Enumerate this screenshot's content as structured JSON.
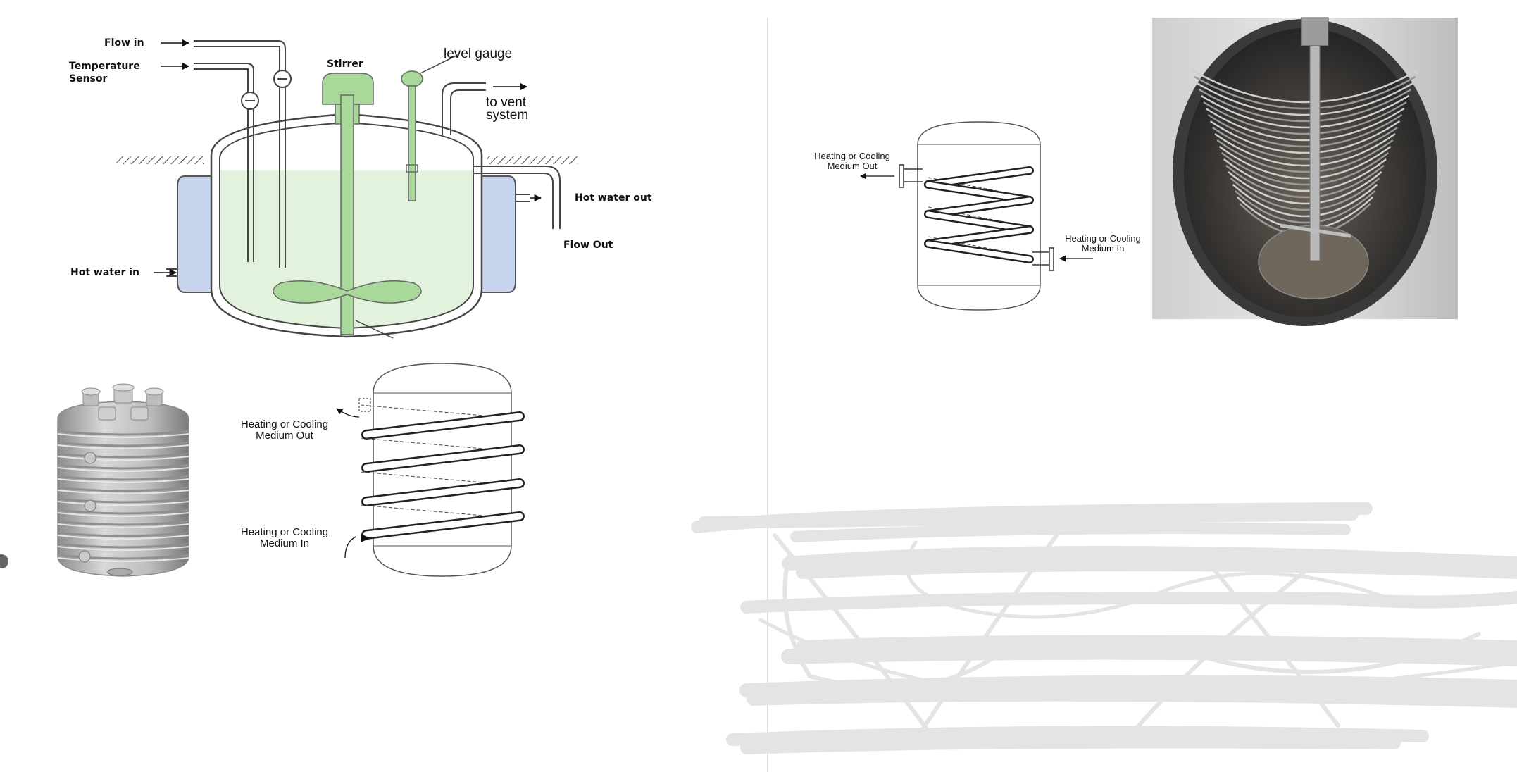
{
  "reactor": {
    "flow_in": "Flow in",
    "temperature_sensor_line1": "Temperature",
    "temperature_sensor_line2": "Sensor",
    "stirrer": "Stirrer",
    "level_gauge": "level gauge",
    "to_vent_line1": "to vent",
    "to_vent_line2": "system",
    "hot_water_out": "Hot water out",
    "flow_out": "Flow Out",
    "hot_water_in": "Hot water in"
  },
  "coil_diagram_left": {
    "out_line1": "Heating or Cooling",
    "out_line2": "Medium Out",
    "in_line1": "Heating or Cooling",
    "in_line2": "Medium In"
  },
  "coil_diagram_right": {
    "out_line1": "Heating or Cooling",
    "out_line2": "Medium Out",
    "in_line1": "Heating or Cooling",
    "in_line2": "Medium In"
  },
  "colors": {
    "liquid": "#e3f2dc",
    "stirrer_green": "#a8d99a",
    "jacket_blue": "#c7d6ee",
    "scribble_gray": "#e6e6e6",
    "tank_gray": "#b4b4b4"
  }
}
